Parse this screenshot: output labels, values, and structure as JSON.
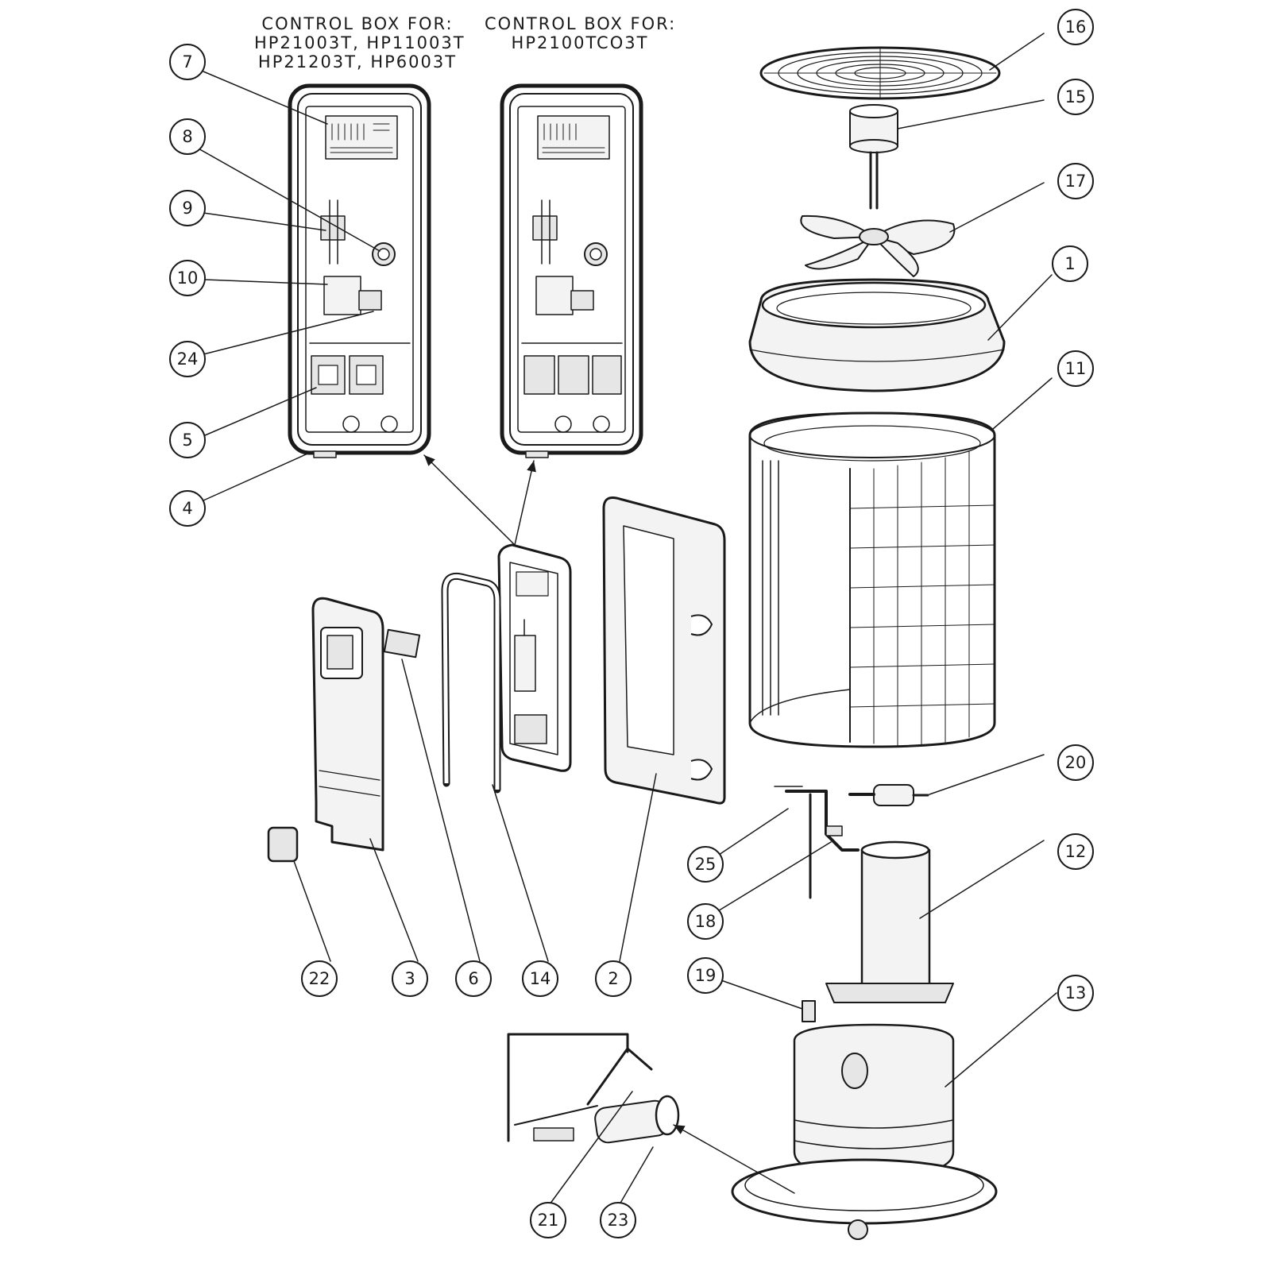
{
  "headers": {
    "left": [
      "CONTROL BOX FOR:",
      "HP21003T, HP11003T",
      "HP21203T, HP6003T"
    ],
    "right": [
      "CONTROL BOX FOR:",
      "HP2100TCO3T"
    ]
  },
  "callouts": [
    "1",
    "2",
    "3",
    "4",
    "5",
    "6",
    "7",
    "8",
    "9",
    "10",
    "11",
    "12",
    "13",
    "14",
    "15",
    "16",
    "17",
    "18",
    "19",
    "20",
    "21",
    "22",
    "23",
    "24",
    "25"
  ]
}
